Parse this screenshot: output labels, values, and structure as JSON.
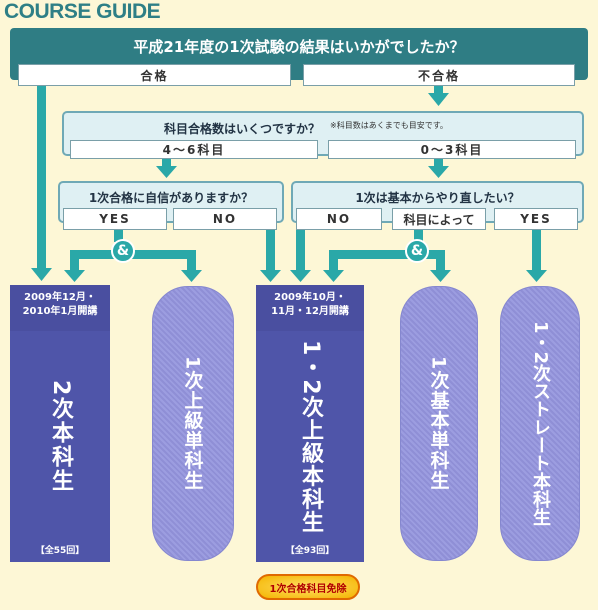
{
  "title": "COURSE GUIDE",
  "question1": "平成21年度の1次試験の結果はいかがでしたか？",
  "answer_pass": "合格",
  "answer_fail": "不合格",
  "question2": "科目合格数はいくつですか？",
  "question2_note": "※科目数はあくまでも目安です。",
  "range_high": "4〜6科目",
  "range_low": "0〜3科目",
  "question3": "1次合格に自信がありますか？",
  "question4": "1次は基本からやり直したい？",
  "yes": "YES",
  "no": "NO",
  "by_subject": "科目によって",
  "amp": "&",
  "courses": [
    {
      "period": "2009年12月・\n2010年1月開講",
      "name": "2次本科生",
      "count": "【全55回】"
    },
    {
      "name": "1次上級単科生"
    },
    {
      "period": "2009年10月・\n11月・12月開講",
      "name": "1・2次上級本科生",
      "count": "【全93回】"
    },
    {
      "name": "1次基本単科生"
    },
    {
      "name": "1・2次ストレート本科生"
    }
  ],
  "exemption": "1次合格科目免除",
  "colors": {
    "teal": "#2f7d84",
    "arrow": "#2aa8a8",
    "navy": "#4f55a9",
    "lavender": "#9c9de0",
    "background": "#fdf7d6"
  }
}
